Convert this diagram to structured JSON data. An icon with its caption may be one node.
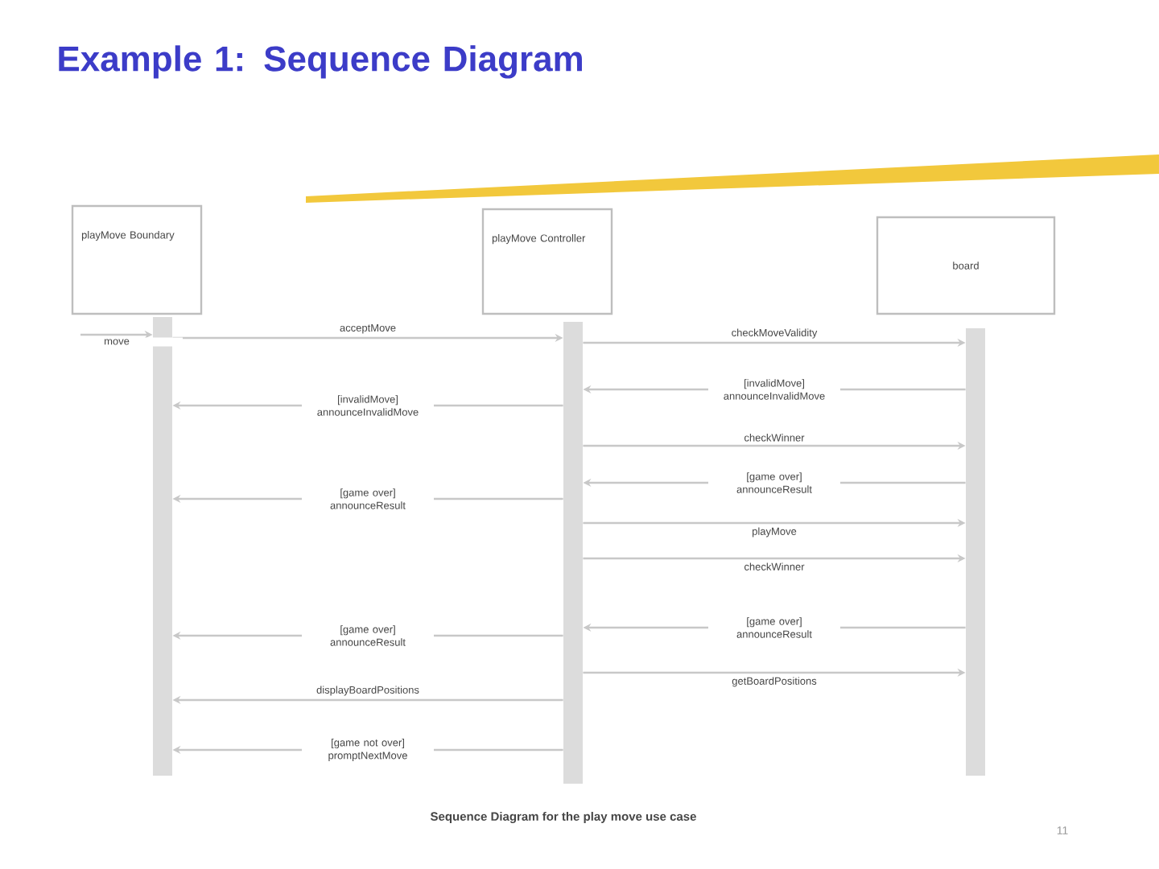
{
  "diagram": {
    "title": "Example 1: Sequence Diagram",
    "caption": "Sequence Diagram for the play move use case",
    "nodes": [
      {
        "text": [
          "playMove Boundary"
        ]
      },
      {
        "text": [
          "playMove Controller"
        ]
      },
      {
        "text": [
          "board"
        ]
      },
      {
        "text": [],
        "shape": "bar"
      },
      {
        "text": [],
        "shape": "bar"
      },
      {
        "text": [],
        "shape": "bar"
      }
    ],
    "edges": [
      {
        "from": null,
        "to": 3,
        "arrow": "to",
        "label": "move"
      },
      {
        "from": 3,
        "to": 4,
        "arrow": "to",
        "label": "acceptMove"
      },
      {
        "from": 4,
        "to": 5,
        "arrow": "to",
        "label": "checkMoveValidity"
      },
      {
        "from": 5,
        "to": 4,
        "arrow": "to",
        "label": "[invalidMove] announceInvalidMove"
      },
      {
        "from": 4,
        "to": 3,
        "arrow": "to",
        "label": "[invalidMove] announceInvalidMove"
      },
      {
        "from": 4,
        "to": 5,
        "arrow": "to",
        "label": "checkWinner"
      },
      {
        "from": 5,
        "to": 4,
        "arrow": "to",
        "label": "[game over] announceResult"
      },
      {
        "from": 4,
        "to": 3,
        "arrow": "to",
        "label": "[game over] announceResult"
      },
      {
        "from": 4,
        "to": 5,
        "arrow": "to",
        "label": "playMove"
      },
      {
        "from": 4,
        "to": 5,
        "arrow": "to",
        "label": "checkWinner"
      },
      {
        "from": 5,
        "to": 4,
        "arrow": "to",
        "label": "[game over] announceResult"
      },
      {
        "from": 4,
        "to": 3,
        "arrow": "to",
        "label": "[game over] announceResult"
      },
      {
        "from": 4,
        "to": 5,
        "arrow": "to",
        "label": "getBoardPositions"
      },
      {
        "from": 4,
        "to": 3,
        "arrow": "to",
        "label": "displayBoardPositions"
      },
      {
        "from": 4,
        "to": 3,
        "arrow": "to",
        "label": "[game not over] promptNextMove"
      }
    ],
    "labels": [
      "11"
    ]
  }
}
